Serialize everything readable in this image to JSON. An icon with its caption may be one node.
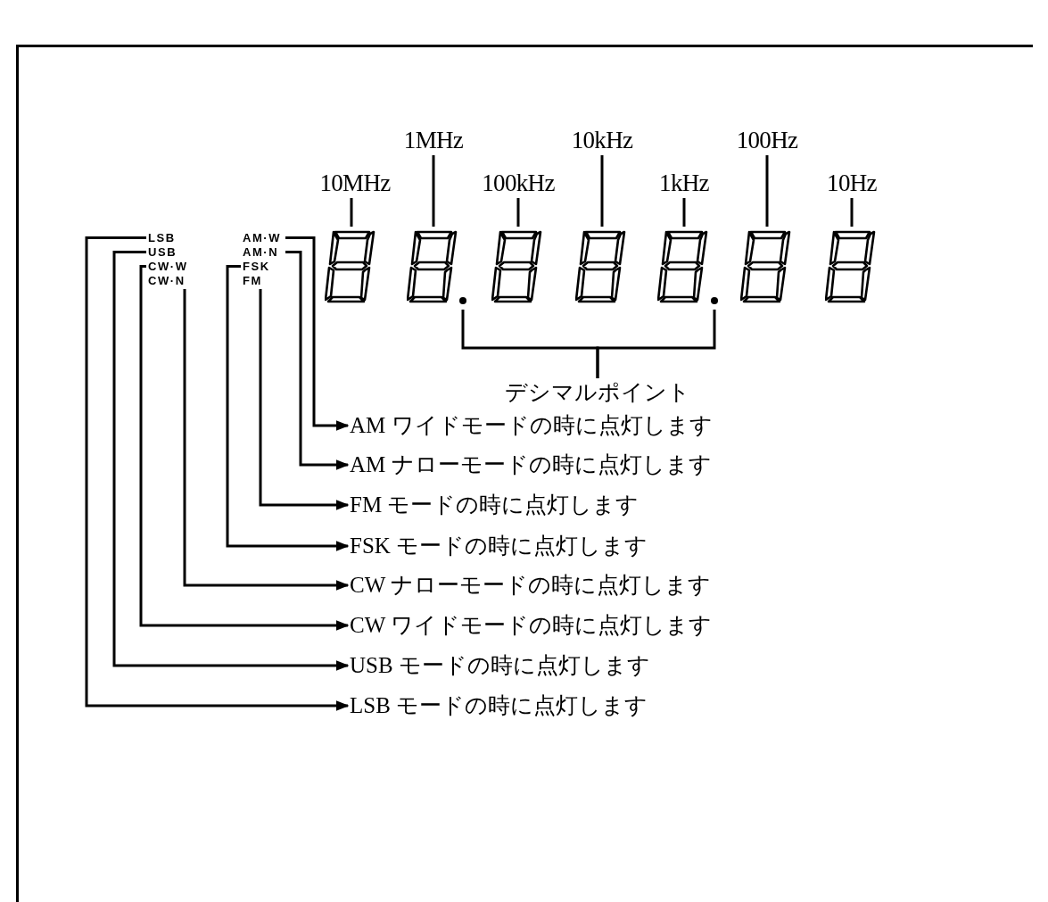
{
  "diagram": {
    "nodes": [
      {
        "text": [
          "10MHz"
        ]
      },
      {
        "text": [
          "1MHz"
        ]
      },
      {
        "text": [
          "100kHz"
        ]
      },
      {
        "text": [
          "10kHz"
        ]
      },
      {
        "text": [
          "1kHz"
        ]
      },
      {
        "text": [
          "100Hz"
        ]
      },
      {
        "text": [
          "10Hz"
        ]
      },
      {
        "text": [
          "LSB"
        ]
      },
      {
        "text": [
          "USB"
        ]
      },
      {
        "text": [
          "CW·W"
        ]
      },
      {
        "text": [
          "CW·N"
        ]
      },
      {
        "text": [
          "AM·W"
        ]
      },
      {
        "text": [
          "AM·N"
        ]
      },
      {
        "text": [
          "FSK"
        ]
      },
      {
        "text": [
          "FM"
        ]
      },
      {
        "text": [],
        "shape": "picture"
      },
      {
        "text": [],
        "shape": "picture"
      },
      {
        "text": [],
        "shape": "picture"
      },
      {
        "text": [],
        "shape": "picture"
      },
      {
        "text": [],
        "shape": "picture"
      },
      {
        "text": [],
        "shape": "picture"
      },
      {
        "text": [],
        "shape": "picture"
      },
      {
        "text": [],
        "shape": "circle"
      },
      {
        "text": [],
        "shape": "circle"
      },
      {
        "text": [
          "デシマルポイント"
        ]
      },
      {
        "text": [
          "AM ワイドモードの時に点灯します"
        ]
      },
      {
        "text": [
          "AM ナローモードの時に点灯します"
        ]
      },
      {
        "text": [
          "FM モードの時に点灯します"
        ]
      },
      {
        "text": [
          "FSK モードの時に点灯します"
        ]
      },
      {
        "text": [
          "CW ナローモードの時に点灯します"
        ]
      },
      {
        "text": [
          "CW ワイドモードの時に点灯します"
        ]
      },
      {
        "text": [
          "USB モードの時に点灯します"
        ]
      },
      {
        "text": [
          "LSB モードの時に点灯します"
        ]
      }
    ],
    "edges": [
      {
        "from": 0,
        "to": 15,
        "arrow": "none"
      },
      {
        "from": 1,
        "to": 16,
        "arrow": "none"
      },
      {
        "from": 2,
        "to": 17,
        "arrow": "none"
      },
      {
        "from": 3,
        "to": 18,
        "arrow": "none"
      },
      {
        "from": 4,
        "to": 19,
        "arrow": "none"
      },
      {
        "from": 5,
        "to": 20,
        "arrow": "none"
      },
      {
        "from": 6,
        "to": 21,
        "arrow": "none"
      },
      {
        "from": 24,
        "to": 22,
        "arrow": "none"
      },
      {
        "from": 24,
        "to": 23,
        "arrow": "none"
      },
      {
        "from": 11,
        "to": 25,
        "arrow": "to"
      },
      {
        "from": 12,
        "to": 26,
        "arrow": "to"
      },
      {
        "from": 14,
        "to": 27,
        "arrow": "to"
      },
      {
        "from": 13,
        "to": 28,
        "arrow": "to"
      },
      {
        "from": 10,
        "to": 29,
        "arrow": "to"
      },
      {
        "from": 9,
        "to": 30,
        "arrow": "to"
      },
      {
        "from": 8,
        "to": 31,
        "arrow": "to"
      },
      {
        "from": 7,
        "to": 32,
        "arrow": "to"
      }
    ]
  }
}
